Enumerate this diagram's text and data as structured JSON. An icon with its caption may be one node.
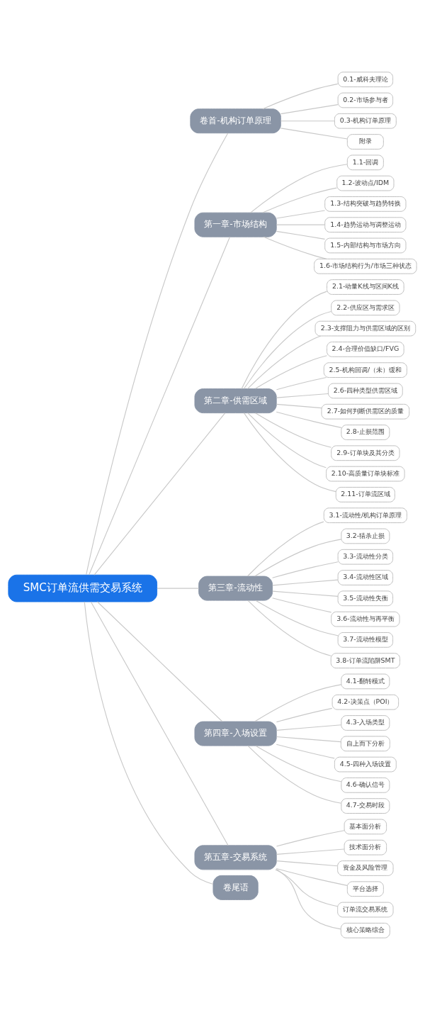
{
  "diagram": {
    "nodes": [
      {
        "text": [
          "SMC订单流供需交易系统"
        ]
      },
      {
        "text": [
          "卷首-机构订单原理"
        ]
      },
      {
        "text": [
          "0.1-威科夫理论"
        ]
      },
      {
        "text": [
          "0.2-市场参与者"
        ]
      },
      {
        "text": [
          "0.3-机构订单原理"
        ]
      },
      {
        "text": [
          "附录"
        ]
      },
      {
        "text": [
          "第一章-市场结构"
        ]
      },
      {
        "text": [
          "1.1-回调"
        ]
      },
      {
        "text": [
          "1.2-波动点/IDM"
        ]
      },
      {
        "text": [
          "1.3-结构突破与趋势转换"
        ]
      },
      {
        "text": [
          "1.4-趋势运动与调整运动"
        ]
      },
      {
        "text": [
          "1.5-内部结构与市场方向"
        ]
      },
      {
        "text": [
          "1.6-市场结构行为/市场三种状态"
        ]
      },
      {
        "text": [
          "第二章-供需区域"
        ]
      },
      {
        "text": [
          "2.1-动量K线与区间K线"
        ]
      },
      {
        "text": [
          "2.2-供应区与需求区"
        ]
      },
      {
        "text": [
          "2.3-支撑阻力与供需区域的区别"
        ]
      },
      {
        "text": [
          "2.4-合理价值缺口/FVG"
        ]
      },
      {
        "text": [
          "2.5-机构回调/（未）缓和"
        ]
      },
      {
        "text": [
          "2.6-四种类型供需区域"
        ]
      },
      {
        "text": [
          "2.7-如何判断供需区的质量"
        ]
      },
      {
        "text": [
          "2.8-止损范围"
        ]
      },
      {
        "text": [
          "2.9-订单块及其分类"
        ]
      },
      {
        "text": [
          "2.10-高质量订单块标准"
        ]
      },
      {
        "text": [
          "2.11-订单流区域"
        ]
      },
      {
        "text": [
          "第三章-流动性"
        ]
      },
      {
        "text": [
          "3.1-流动性/机构订单原理"
        ]
      },
      {
        "text": [
          "3.2-猎杀止损"
        ]
      },
      {
        "text": [
          "3.3-流动性分类"
        ]
      },
      {
        "text": [
          "3.4-流动性区域"
        ]
      },
      {
        "text": [
          "3.5-流动性失衡"
        ]
      },
      {
        "text": [
          "3.6-流动性与再平衡"
        ]
      },
      {
        "text": [
          "3.7-流动性模型"
        ]
      },
      {
        "text": [
          "3.8-订单流陷阱SMT"
        ]
      },
      {
        "text": [
          "第四章-入场设置"
        ]
      },
      {
        "text": [
          "4.1-翻转模式"
        ]
      },
      {
        "text": [
          "4.2-决策点（POI）"
        ]
      },
      {
        "text": [
          "4.3-入场类型"
        ]
      },
      {
        "text": [
          "自上而下分析"
        ]
      },
      {
        "text": [
          "4.5-四种入场设置"
        ]
      },
      {
        "text": [
          "4.6-确认信号"
        ]
      },
      {
        "text": [
          "4.7-交易时段"
        ]
      },
      {
        "text": [
          "第五章-交易系统"
        ]
      },
      {
        "text": [
          "基本面分析"
        ]
      },
      {
        "text": [
          "技术面分析"
        ]
      },
      {
        "text": [
          "资金及风险管理"
        ]
      },
      {
        "text": [
          "平台选择"
        ]
      },
      {
        "text": [
          "订单流交易系统"
        ]
      },
      {
        "text": [
          "核心策略综合"
        ]
      },
      {
        "text": [
          "卷尾语"
        ]
      }
    ],
    "edges": [
      {
        "from": 0,
        "to": 1,
        "arrow": "none"
      },
      {
        "from": 1,
        "to": 2,
        "arrow": "none"
      },
      {
        "from": 1,
        "to": 3,
        "arrow": "none"
      },
      {
        "from": 1,
        "to": 4,
        "arrow": "none"
      },
      {
        "from": 1,
        "to": 5,
        "arrow": "none"
      },
      {
        "from": 0,
        "to": 6,
        "arrow": "none"
      },
      {
        "from": 6,
        "to": 7,
        "arrow": "none"
      },
      {
        "from": 6,
        "to": 8,
        "arrow": "none"
      },
      {
        "from": 6,
        "to": 9,
        "arrow": "none"
      },
      {
        "from": 6,
        "to": 10,
        "arrow": "none"
      },
      {
        "from": 6,
        "to": 11,
        "arrow": "none"
      },
      {
        "from": 6,
        "to": 12,
        "arrow": "none"
      },
      {
        "from": 0,
        "to": 13,
        "arrow": "none"
      },
      {
        "from": 13,
        "to": 14,
        "arrow": "none"
      },
      {
        "from": 13,
        "to": 15,
        "arrow": "none"
      },
      {
        "from": 13,
        "to": 16,
        "arrow": "none"
      },
      {
        "from": 13,
        "to": 17,
        "arrow": "none"
      },
      {
        "from": 13,
        "to": 18,
        "arrow": "none"
      },
      {
        "from": 13,
        "to": 19,
        "arrow": "none"
      },
      {
        "from": 13,
        "to": 20,
        "arrow": "none"
      },
      {
        "from": 13,
        "to": 21,
        "arrow": "none"
      },
      {
        "from": 13,
        "to": 22,
        "arrow": "none"
      },
      {
        "from": 13,
        "to": 23,
        "arrow": "none"
      },
      {
        "from": 13,
        "to": 24,
        "arrow": "none"
      },
      {
        "from": 0,
        "to": 25,
        "arrow": "none"
      },
      {
        "from": 25,
        "to": 26,
        "arrow": "none"
      },
      {
        "from": 25,
        "to": 27,
        "arrow": "none"
      },
      {
        "from": 25,
        "to": 28,
        "arrow": "none"
      },
      {
        "from": 25,
        "to": 29,
        "arrow": "none"
      },
      {
        "from": 25,
        "to": 30,
        "arrow": "none"
      },
      {
        "from": 25,
        "to": 31,
        "arrow": "none"
      },
      {
        "from": 25,
        "to": 32,
        "arrow": "none"
      },
      {
        "from": 25,
        "to": 33,
        "arrow": "none"
      },
      {
        "from": 0,
        "to": 34,
        "arrow": "none"
      },
      {
        "from": 34,
        "to": 35,
        "arrow": "none"
      },
      {
        "from": 34,
        "to": 36,
        "arrow": "none"
      },
      {
        "from": 34,
        "to": 37,
        "arrow": "none"
      },
      {
        "from": 34,
        "to": 38,
        "arrow": "none"
      },
      {
        "from": 34,
        "to": 39,
        "arrow": "none"
      },
      {
        "from": 34,
        "to": 40,
        "arrow": "none"
      },
      {
        "from": 34,
        "to": 41,
        "arrow": "none"
      },
      {
        "from": 0,
        "to": 42,
        "arrow": "none"
      },
      {
        "from": 42,
        "to": 43,
        "arrow": "none"
      },
      {
        "from": 42,
        "to": 44,
        "arrow": "none"
      },
      {
        "from": 42,
        "to": 45,
        "arrow": "none"
      },
      {
        "from": 42,
        "to": 46,
        "arrow": "none"
      },
      {
        "from": 42,
        "to": 47,
        "arrow": "none"
      },
      {
        "from": 42,
        "to": 48,
        "arrow": "none"
      },
      {
        "from": 0,
        "to": 49,
        "arrow": "none"
      }
    ]
  }
}
